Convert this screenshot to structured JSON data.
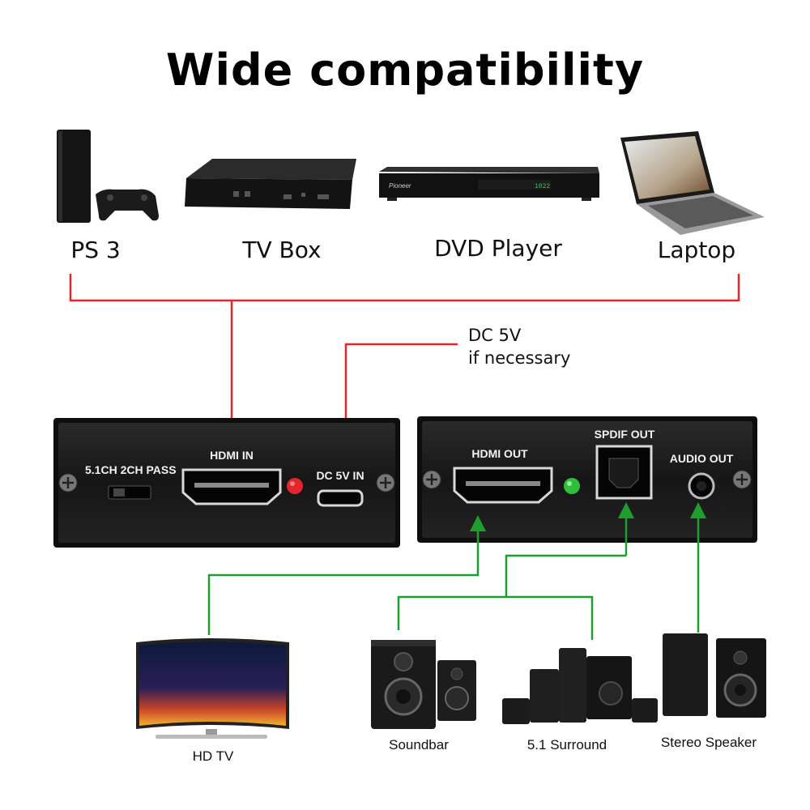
{
  "title": "Wide compatibility",
  "sources": {
    "ps3": "PS 3",
    "tv_box": "TV Box",
    "dvd_player": "DVD Player",
    "laptop": "Laptop"
  },
  "power_note": {
    "line1": "DC 5V",
    "line2": "if necessary"
  },
  "input_panel": {
    "switch_label": "5.1CH  2CH PASS",
    "hdmi_in": "HDMI IN",
    "dc_in": "DC 5V IN",
    "led_color": "#e3262b"
  },
  "output_panel": {
    "hdmi_out": "HDMI OUT",
    "spdif_out": "SPDIF OUT",
    "audio_out": "AUDIO OUT",
    "led_color": "#2fbf3b"
  },
  "outputs": {
    "hd_tv": "HD TV",
    "soundbar": "Soundbar",
    "surround": "5.1 Surround",
    "stereo": "Stereo Speaker"
  },
  "dvd_brand": "Pioneer",
  "dvd_display": "1022",
  "colors": {
    "input_line": "#e3262b",
    "output_line": "#1e9e2f",
    "panel": "#1c1c1c"
  }
}
